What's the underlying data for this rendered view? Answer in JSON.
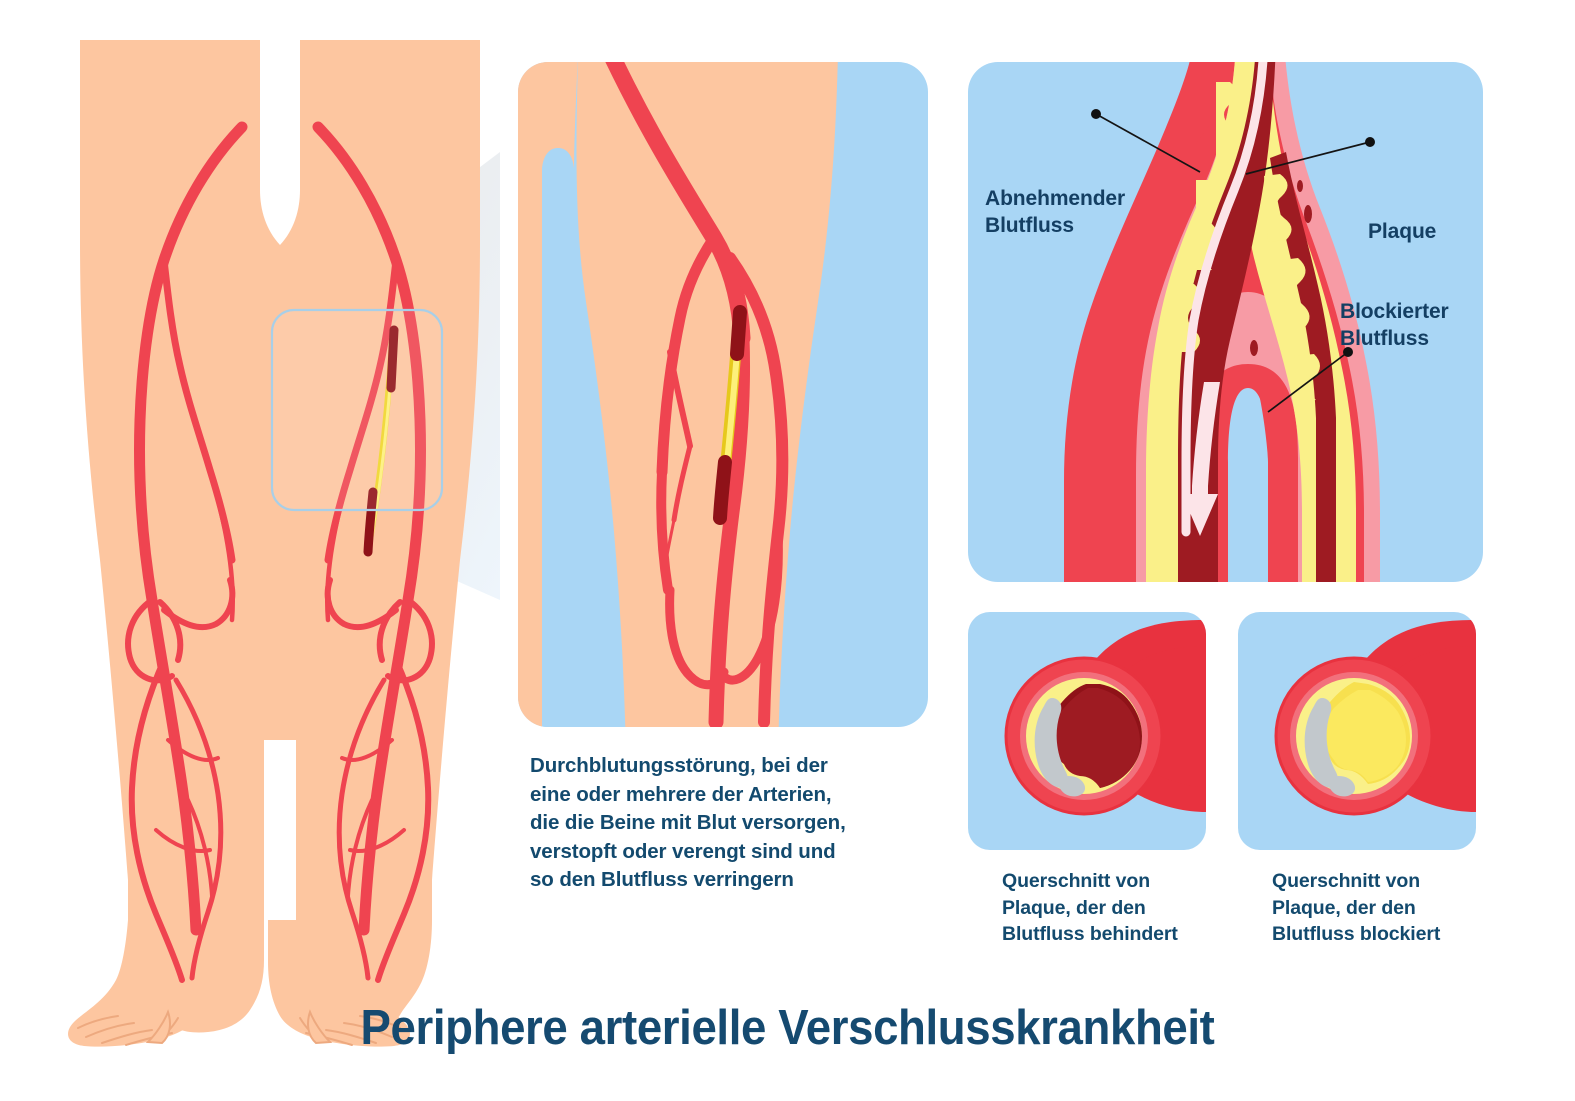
{
  "title": "Periphere arterielle Verschlusskrankheit",
  "colors": {
    "panel_blue": "#a9d6f5",
    "skin": "#fdc6a0",
    "artery_red": "#ef4450",
    "artery_red_dark": "#e8323f",
    "artery_inner_pink": "#f79ba5",
    "plaque_yellow": "#faf089",
    "plaque_yellow_deep": "#f7e04f",
    "blood_dark": "#9e1b22",
    "calcium_gray": "#c2c8cc",
    "text_navy": "#134a6e",
    "highlight_border": "#a8cfe8",
    "leader_line": "#1a1a1a"
  },
  "zoom_caption": {
    "lines": [
      "Durchblutungsstörung, bei der",
      "eine oder mehrere der Arterien,",
      "die die Beine mit Blut versorgen,",
      "verstopft oder verengt sind und",
      "so den Blutfluss verringern"
    ]
  },
  "artery_labels": {
    "decreasing": {
      "lines": [
        "Abnehmender",
        "Blutfluss"
      ]
    },
    "plaque": {
      "lines": [
        "Plaque"
      ]
    },
    "blocked": {
      "lines": [
        "Blockierter",
        "Blutfluss"
      ]
    }
  },
  "cross_sections": [
    {
      "caption_lines": [
        "Querschnitt von",
        "Plaque, der den",
        "Blutfluss behindert"
      ],
      "state": "partially-obstructed"
    },
    {
      "caption_lines": [
        "Querschnitt von",
        "Plaque, der den",
        "Blutfluss blockiert"
      ],
      "state": "fully-blocked"
    }
  ],
  "icons": {
    "leader_dot": "leader-dot-icon",
    "flow_arrow": "blood-flow-arrow-icon",
    "magnifier_cone": "magnifier-cone-icon",
    "highlight_box": "highlight-box-icon"
  }
}
